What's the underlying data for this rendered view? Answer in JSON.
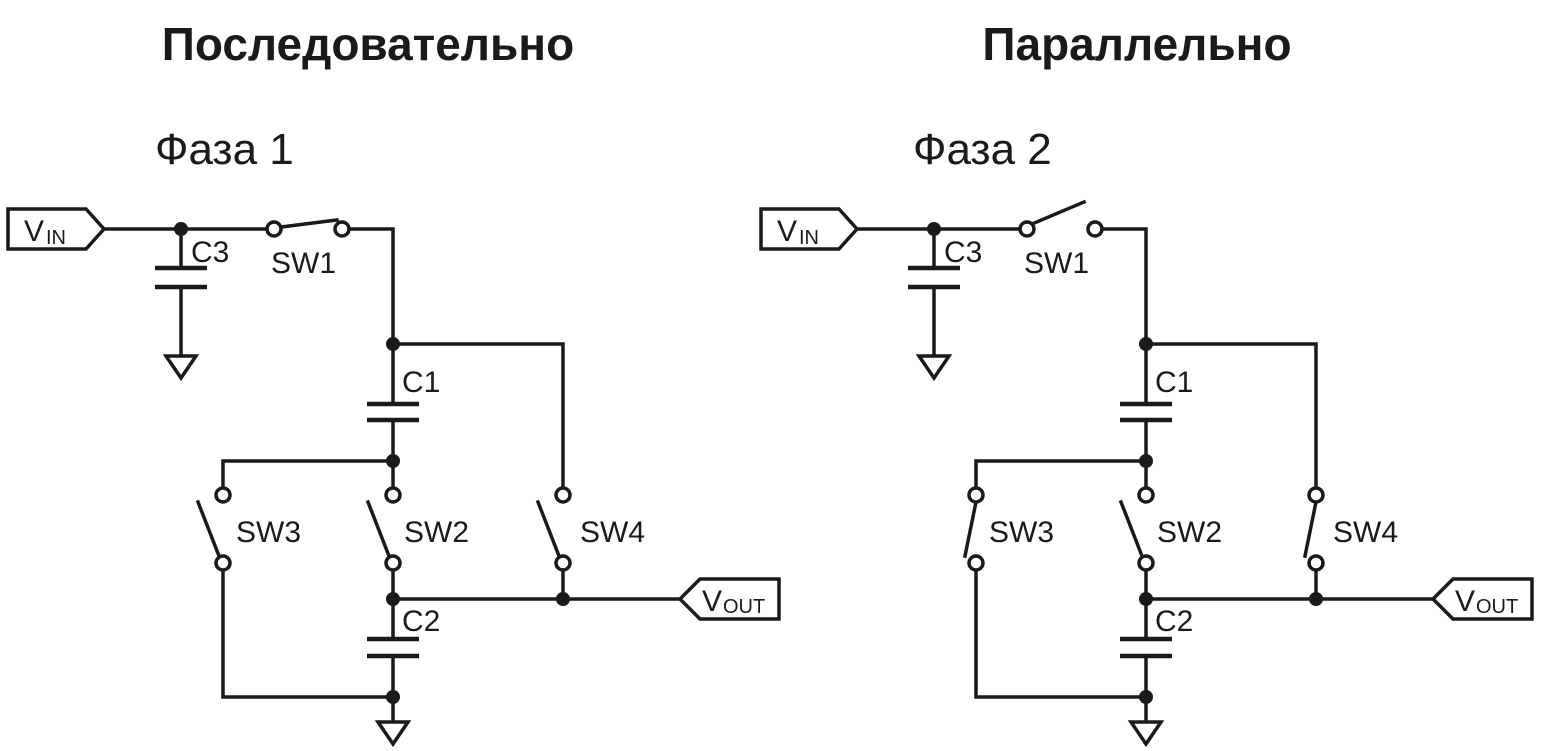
{
  "diagrams": [
    {
      "title": "Последовательно",
      "phase": "Фаза 1",
      "vin": {
        "main": "V",
        "sub": "IN"
      },
      "vout": {
        "main": "V",
        "sub": "OUT"
      },
      "labels": {
        "c1": "C1",
        "c2": "C2",
        "c3": "C3",
        "sw1": "SW1",
        "sw2": "SW2",
        "sw3": "SW3",
        "sw4": "SW4"
      },
      "switch_state": {
        "sw1": "closed",
        "sw2": "open",
        "sw3": "open",
        "sw4": "open"
      }
    },
    {
      "title": "Параллельно",
      "phase": "Фаза 2",
      "vin": {
        "main": "V",
        "sub": "IN"
      },
      "vout": {
        "main": "V",
        "sub": "OUT"
      },
      "labels": {
        "c1": "C1",
        "c2": "C2",
        "c3": "C3",
        "sw1": "SW1",
        "sw2": "SW2",
        "sw3": "SW3",
        "sw4": "SW4"
      },
      "switch_state": {
        "sw1": "open",
        "sw2": "open",
        "sw3": "open",
        "sw4": "open"
      }
    }
  ]
}
